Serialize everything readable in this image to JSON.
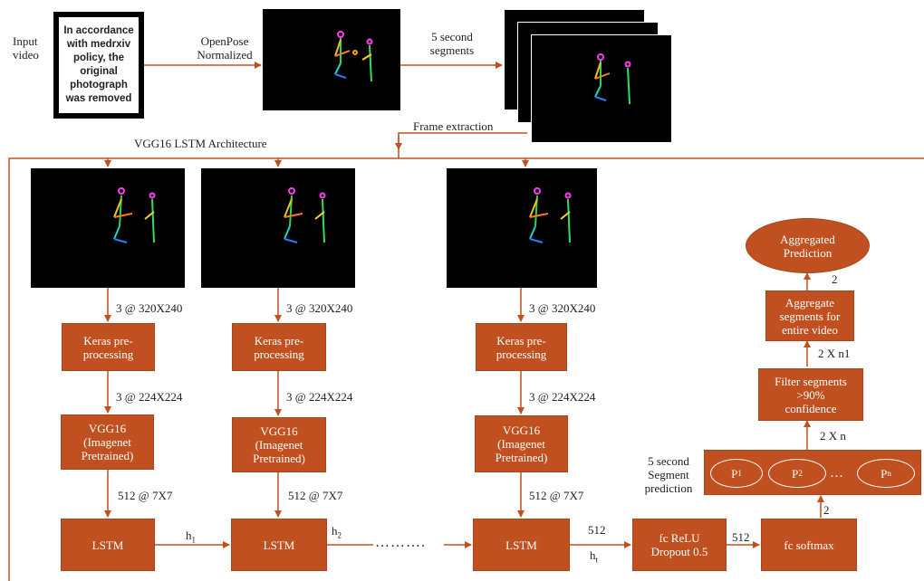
{
  "input_label": "Input\nvideo",
  "removed_notice": "In accordance with medrxiv policy, the original photograph was removed",
  "openpose_label": "OpenPose\nNormalized",
  "segments_label": "5 second\nsegments",
  "frame_extraction_label": "Frame extraction",
  "architecture_title": "VGG16 LSTM Architecture",
  "dim_input": "3 @ 320X240",
  "dim_preprocessed": "3 @ 224X224",
  "dim_vgg": "512 @ 7X7",
  "keras_label": "Keras pre-\nprocessing",
  "vgg_label": "VGG16\n(Imagenet\nPretrained)",
  "lstm_label": "LSTM",
  "h1": "h",
  "h1_sub": "1",
  "h2": "h",
  "h2_sub": "2",
  "ht": "h",
  "ht_sub": "t",
  "dots": "……….",
  "fc_relu_label": "fc ReLU\nDropout 0.5",
  "fc_softmax_label": "fc softmax",
  "val_512_a": "512",
  "val_512_b": "512",
  "segment_prediction_label": "5 second\nSegment\nprediction",
  "p1": "P",
  "p1_sub": "1",
  "p2": "P",
  "p2_sub": "2",
  "ellipsis": "…",
  "pn": "P",
  "pn_sub": "n",
  "edge_2a": "2",
  "edge_2xn": "2 X n",
  "filter_label": "Filter segments\n>90%\nconfidence",
  "edge_2xn1": "2 X n1",
  "aggregate_label": "Aggregate\nsegments for\nentire video",
  "edge_2b": "2",
  "aggregated_prediction_label": "Aggregated\nPrediction",
  "colors": {
    "box": "#c0501f",
    "line": "#c0501f",
    "frame": "#000000"
  }
}
